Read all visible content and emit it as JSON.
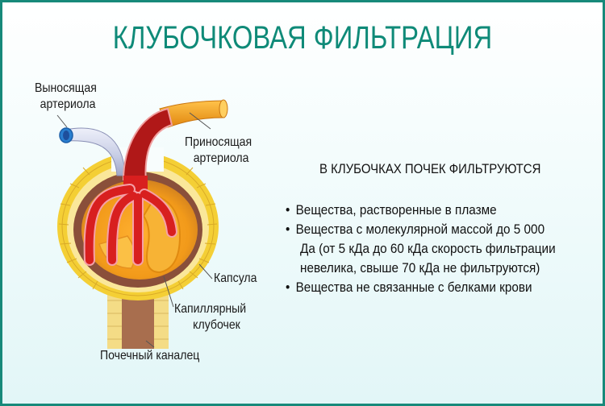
{
  "title": "КЛУБОЧКОВАЯ ФИЛЬТРАЦИЯ",
  "colors": {
    "border": "#17897a",
    "title": "#0f8a78",
    "background_top": "#ffffff",
    "background_bottom": "#e2f6f7",
    "afferent_arteriole": "#f0a020",
    "efferent_arteriole": "#c9cfe6",
    "blood": "#d81f1f",
    "capsule_cells": "#f5d442",
    "tubule": "#a06a4a"
  },
  "diagram": {
    "labels": {
      "efferent_arteriole": [
        "Выносящая",
        "артериола"
      ],
      "afferent_arteriole": [
        "Приносящая",
        "артериола"
      ],
      "capsule": "Капсула",
      "capillary_glomerulus": [
        "Капиллярный",
        "клубочек"
      ],
      "renal_tubule": "Почечный каналец"
    }
  },
  "panel": {
    "heading": "В КЛУБОЧКАХ ПОЧЕК ФИЛЬТРУЮТСЯ",
    "bullet_char": "•",
    "items": [
      {
        "lines": [
          "Вещества, растворенные в плазме"
        ]
      },
      {
        "lines": [
          "Вещества с молекулярной массой до 5 000",
          "Да (от 5 кДа до 60 кДа скорость фильтрации",
          "невелика, свыше 70 кДа не фильтруются)"
        ]
      },
      {
        "lines": [
          "Вещества не связанные с белками крови"
        ]
      }
    ]
  }
}
